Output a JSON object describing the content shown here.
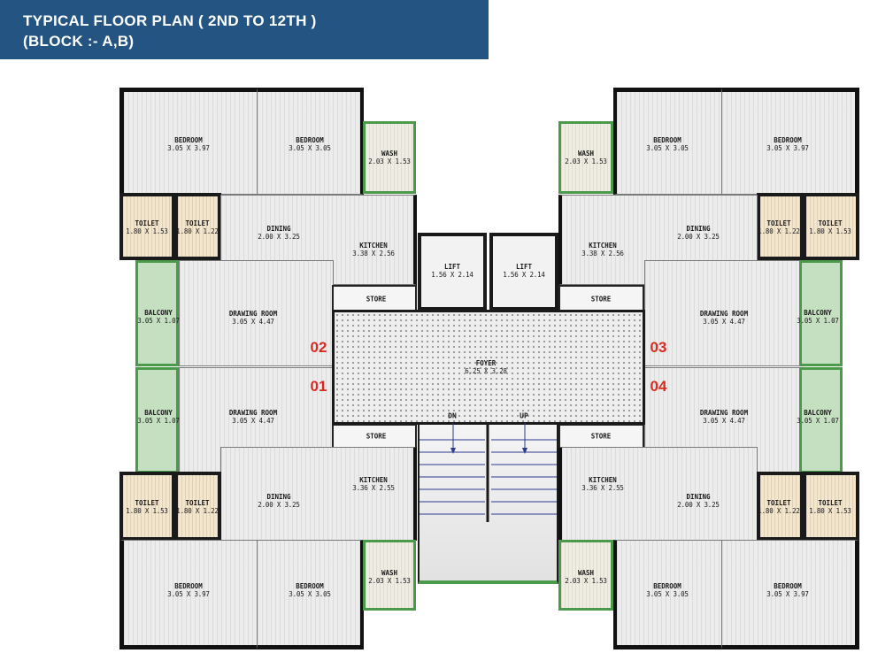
{
  "header": {
    "title_line1": "TYPICAL FLOOR PLAN ( 2ND TO 12TH )",
    "title_line2": "(BLOCK :- A,B)"
  },
  "colors": {
    "banner": "#245582",
    "walls": "#1a1a1a",
    "balcony_fill": "#c5dfc1",
    "toilet_fill": "#f4e5cd",
    "flat_number": "#d82a1f",
    "stair_arrow": "#2a3a8f"
  },
  "flats": {
    "f01": "01",
    "f02": "02",
    "f03": "03",
    "f04": "04"
  },
  "rooms": {
    "tl_bed1": {
      "name": "BEDROOM",
      "dim": "3.05 X 3.97"
    },
    "tl_bed2": {
      "name": "BEDROOM",
      "dim": "3.05 X 3.05"
    },
    "tl_wash": {
      "name": "WASH",
      "dim": "2.03 X 1.53"
    },
    "tl_toilet1": {
      "name": "TOILET",
      "dim": "1.80 X 1.53"
    },
    "tl_toilet2": {
      "name": "TOILET",
      "dim": "1.80 X 1.22"
    },
    "tl_dining": {
      "name": "DINING",
      "dim": "2.00 X 3.25"
    },
    "tl_kitchen": {
      "name": "KITCHEN",
      "dim": "3.38 X 2.56"
    },
    "tl_balcony": {
      "name": "BALCONY",
      "dim": "3.05 X 1.07"
    },
    "tl_drawing": {
      "name": "DRAWING ROOM",
      "dim": "3.05 X 4.47"
    },
    "tl_store": {
      "name": "STORE"
    },
    "tr_bed1": {
      "name": "BEDROOM",
      "dim": "3.05 X 3.05"
    },
    "tr_bed2": {
      "name": "BEDROOM",
      "dim": "3.05 X 3.97"
    },
    "tr_wash": {
      "name": "WASH",
      "dim": "2.03 X 1.53"
    },
    "tr_toilet1": {
      "name": "TOILET",
      "dim": "1.80 X 1.22"
    },
    "tr_toilet2": {
      "name": "TOILET",
      "dim": "1.80 X 1.53"
    },
    "tr_dining": {
      "name": "DINING",
      "dim": "2.00 X 3.25"
    },
    "tr_kitchen": {
      "name": "KITCHEN",
      "dim": "3.38 X 2.56"
    },
    "tr_balcony": {
      "name": "BALCONY",
      "dim": "3.05 X 1.07"
    },
    "tr_drawing": {
      "name": "DRAWING ROOM",
      "dim": "3.05 X 4.47"
    },
    "tr_store": {
      "name": "STORE"
    },
    "bl_bed1": {
      "name": "BEDROOM",
      "dim": "3.05 X 3.97"
    },
    "bl_bed2": {
      "name": "BEDROOM",
      "dim": "3.05 X 3.05"
    },
    "bl_wash": {
      "name": "WASH",
      "dim": "2.03 X 1.53"
    },
    "bl_toilet1": {
      "name": "TOILET",
      "dim": "1.80 X 1.53"
    },
    "bl_toilet2": {
      "name": "TOILET",
      "dim": "1.80 X 1.22"
    },
    "bl_dining": {
      "name": "DINING",
      "dim": "2.00 X 3.25"
    },
    "bl_kitchen": {
      "name": "KITCHEN",
      "dim": "3.36 X 2.55"
    },
    "bl_balcony": {
      "name": "BALCONY",
      "dim": "3.05 X 1.07"
    },
    "bl_drawing": {
      "name": "DRAWING ROOM",
      "dim": "3.05 X 4.47"
    },
    "bl_store": {
      "name": "STORE"
    },
    "br_bed1": {
      "name": "BEDROOM",
      "dim": "3.05 X 3.05"
    },
    "br_bed2": {
      "name": "BEDROOM",
      "dim": "3.05 X 3.97"
    },
    "br_wash": {
      "name": "WASH",
      "dim": "2.03 X 1.53"
    },
    "br_toilet1": {
      "name": "TOILET",
      "dim": "1.80 X 1.22"
    },
    "br_toilet2": {
      "name": "TOILET",
      "dim": "1.80 X 1.53"
    },
    "br_dining": {
      "name": "DINING",
      "dim": "2.00 X 3.25"
    },
    "br_kitchen": {
      "name": "KITCHEN",
      "dim": "3.36 X 2.55"
    },
    "br_balcony": {
      "name": "BALCONY",
      "dim": "3.05 X 1.07"
    },
    "br_drawing": {
      "name": "DRAWING ROOM",
      "dim": "3.05 X 4.47"
    },
    "br_store": {
      "name": "STORE"
    },
    "lift1": {
      "name": "LIFT",
      "dim": "1.56 X 2.14"
    },
    "lift2": {
      "name": "LIFT",
      "dim": "1.56 X 2.14"
    },
    "foyer": {
      "name": "FOYER",
      "dim": "6.25 X 3.28"
    },
    "stair_dn": {
      "name": "DN"
    },
    "stair_up": {
      "name": "UP"
    }
  }
}
